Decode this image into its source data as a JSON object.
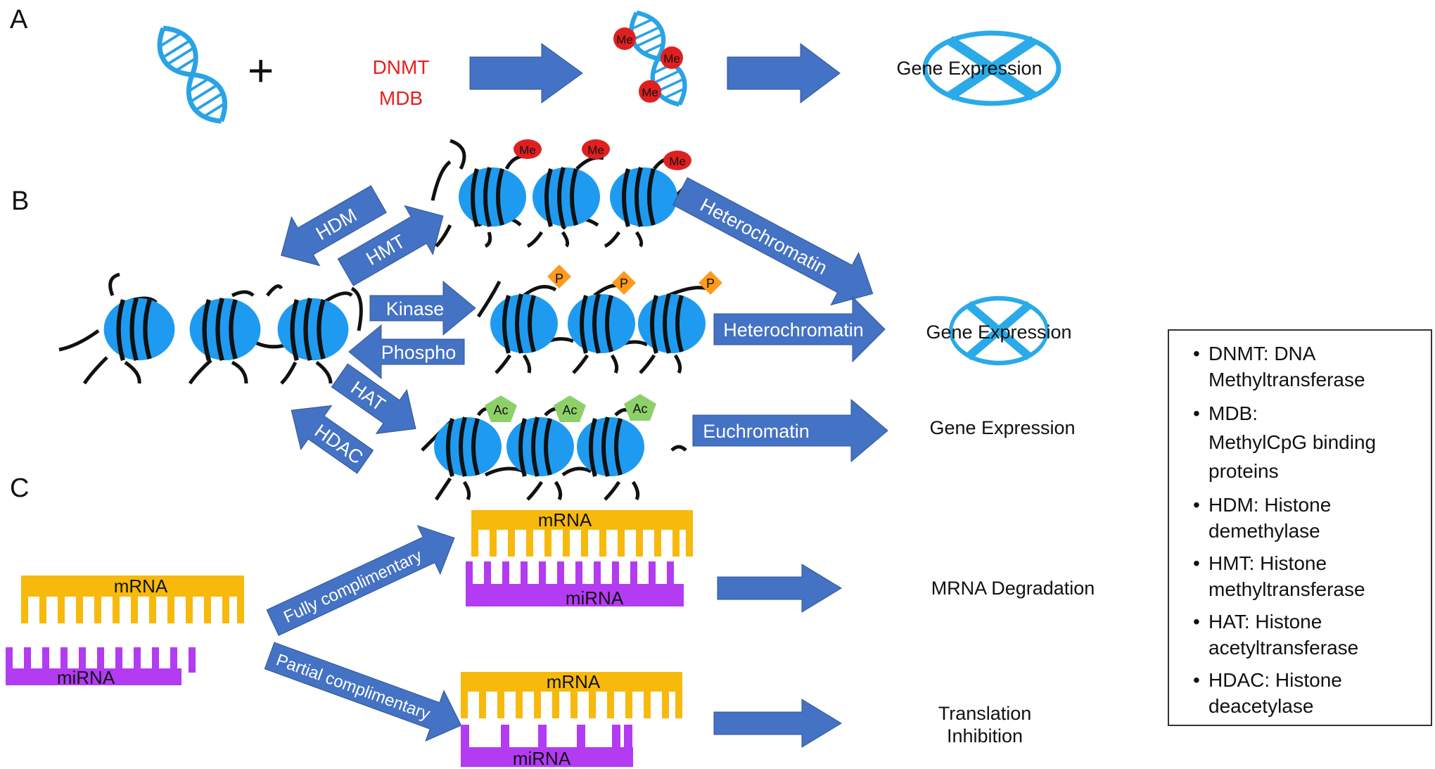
{
  "panels": {
    "a": "A",
    "b": "B",
    "c": "C"
  },
  "panel_a": {
    "plus": "+",
    "enzymes": [
      "DNMT",
      "MDB"
    ],
    "methyl_mark": "Me",
    "outcome": "Gene Expression"
  },
  "panel_b": {
    "methyl_mark": "Me",
    "phospho_mark": "P",
    "acetyl_mark": "Ac",
    "arrows": {
      "hdm": "HDM",
      "hmt": "HMT",
      "kinase": "Kinase",
      "phospho": "Phospho",
      "hat": "HAT",
      "hdac": "HDAC",
      "heterochromatin_1": "Heterochromatin",
      "heterochromatin_2": "Heterochromatin",
      "euchromatin": "Euchromatin"
    },
    "outcome_repressed": "Gene Expression",
    "outcome_active": "Gene Expression"
  },
  "panel_c": {
    "mrna": "mRNA",
    "mirna": "miRNA",
    "fully": "Fully complimentary",
    "partial": "Partial complimentary",
    "outcome_full": "MRNA Degradation",
    "outcome_partial_1": "Translation",
    "outcome_partial_2": "Inhibition"
  },
  "legend": {
    "items": [
      [
        "DNMT: DNA",
        "Methyltransferase"
      ],
      [
        "MDB:",
        "MethylCpG binding",
        "proteins"
      ],
      [
        "HDM: Histone",
        "demethylase"
      ],
      [
        "HMT: Histone",
        "methyltransferase"
      ],
      [
        "HAT: Histone",
        "acetyltransferase"
      ],
      [
        "HDAC: Histone",
        "deacetylase"
      ]
    ]
  },
  "colors": {
    "arrow_blue": "#4472C4",
    "dna_blue": "#29A3E6",
    "nucleosome_blue": "#1E9BF0",
    "methyl_red": "#E02020",
    "enzyme_red": "#E8201E",
    "phospho_orange": "#FF9A1F",
    "acetyl_green": "#8DD06A",
    "mrna_yellow": "#F7B90C",
    "mirna_purple": "#B33BF2"
  }
}
